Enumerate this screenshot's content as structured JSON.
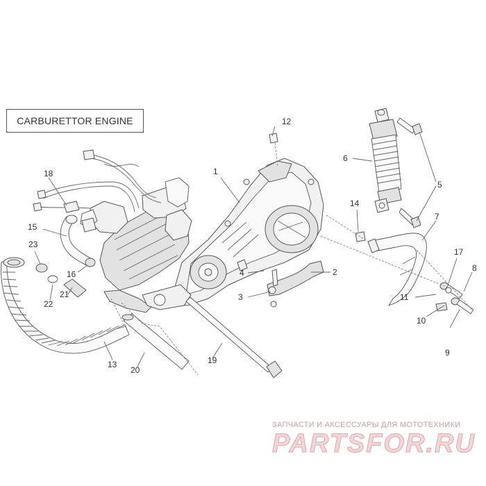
{
  "title": "CARBURETTOR ENGINE",
  "callouts": [
    {
      "id": "1",
      "label": "1"
    },
    {
      "id": "2",
      "label": "2"
    },
    {
      "id": "3",
      "label": "3"
    },
    {
      "id": "4",
      "label": "4"
    },
    {
      "id": "5",
      "label": "5"
    },
    {
      "id": "6",
      "label": "6"
    },
    {
      "id": "7",
      "label": "7"
    },
    {
      "id": "8",
      "label": "8"
    },
    {
      "id": "9",
      "label": "9"
    },
    {
      "id": "10",
      "label": "10"
    },
    {
      "id": "11",
      "label": "11"
    },
    {
      "id": "12",
      "label": "12"
    },
    {
      "id": "13",
      "label": "13"
    },
    {
      "id": "14",
      "label": "14"
    },
    {
      "id": "15",
      "label": "15"
    },
    {
      "id": "16",
      "label": "16"
    },
    {
      "id": "17",
      "label": "17"
    },
    {
      "id": "18",
      "label": "18"
    },
    {
      "id": "19",
      "label": "19"
    },
    {
      "id": "20",
      "label": "20"
    },
    {
      "id": "21",
      "label": "21"
    },
    {
      "id": "22",
      "label": "22"
    },
    {
      "id": "23",
      "label": "23"
    }
  ],
  "watermark": {
    "subtitle": "ЗАПЧАСТИ И АКСЕССУАРЫ ДЛЯ МОТОТЕХНИКИ",
    "brand": "PARTSFOR.RU"
  }
}
